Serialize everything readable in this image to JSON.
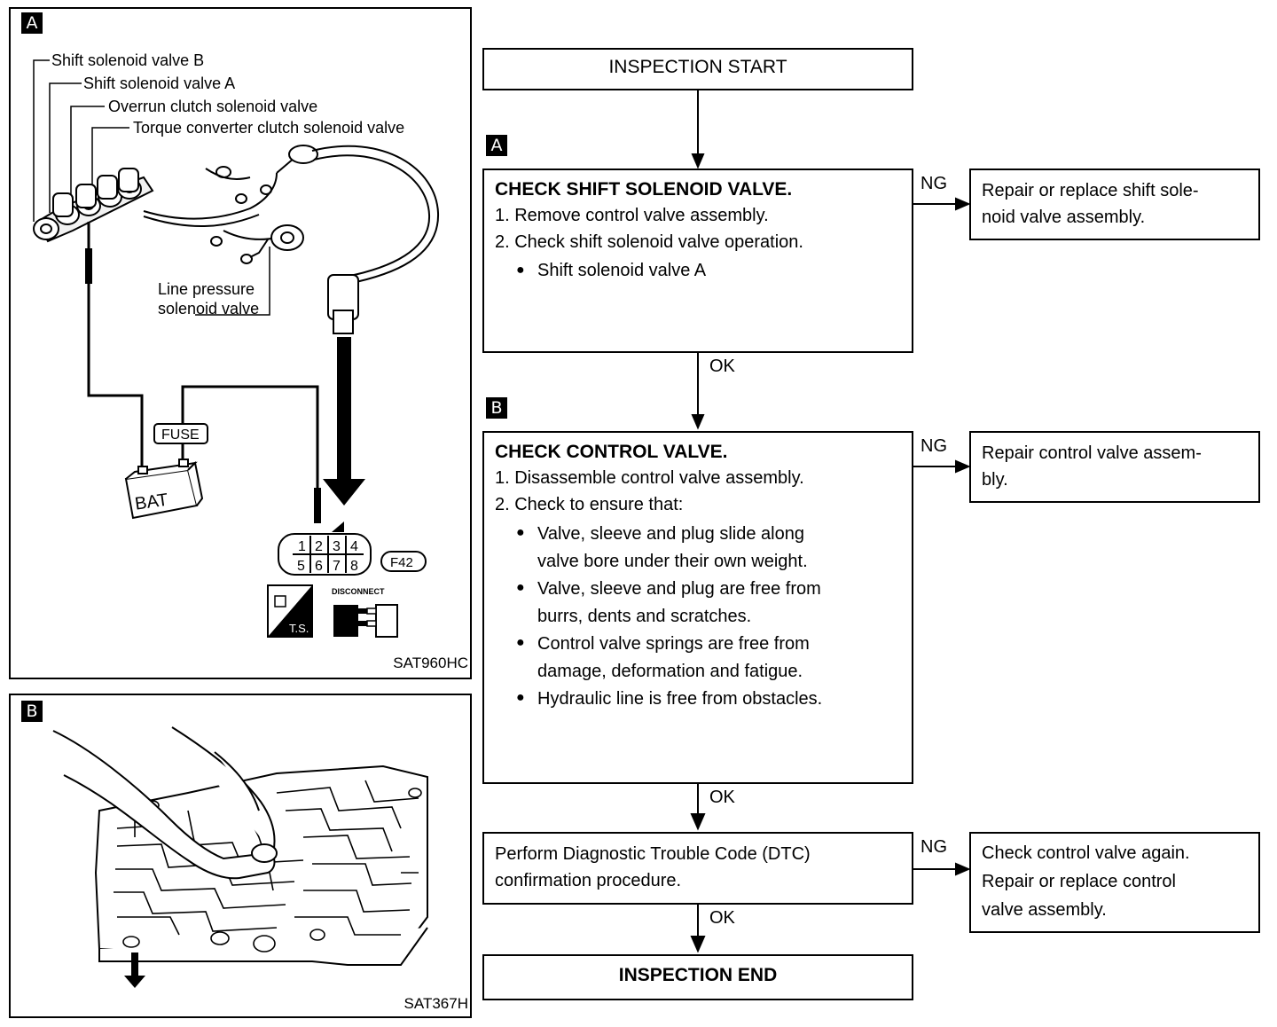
{
  "figure_a": {
    "tag": "A",
    "labels": {
      "shift_b": "Shift solenoid valve B",
      "shift_a": "Shift solenoid valve A",
      "overrun": "Overrun clutch solenoid valve",
      "torque": "Torque converter clutch solenoid valve",
      "line_pressure_1": "Line pressure",
      "line_pressure_2": "solenoid valve",
      "fuse": "FUSE",
      "bat": "BAT",
      "connector_pins": [
        "1",
        "2",
        "3",
        "4",
        "5",
        "6",
        "7",
        "8"
      ],
      "connector_code": "F42",
      "disconnect": "DISCONNECT",
      "ts": "T.S."
    },
    "code": "SAT960HC"
  },
  "figure_b": {
    "tag": "B",
    "code": "SAT367H"
  },
  "flow": {
    "start": "INSPECTION START",
    "step_a": {
      "tag": "A",
      "title": "CHECK SHIFT SOLENOID VALVE.",
      "lines": [
        "1. Remove control valve assembly.",
        "2. Check shift solenoid valve operation."
      ],
      "bullets": [
        "Shift solenoid valve A"
      ],
      "ng_label": "NG",
      "ng_lines": [
        "Repair or replace shift sole-",
        "noid valve assembly."
      ]
    },
    "ok1": "OK",
    "step_b": {
      "tag": "B",
      "title": "CHECK CONTROL VALVE.",
      "lines": [
        "1. Disassemble control valve assembly.",
        "2. Check to ensure that:"
      ],
      "bullets": [
        [
          "Valve, sleeve and plug slide along",
          "valve bore under their own weight."
        ],
        [
          "Valve, sleeve and plug are free from",
          "burrs, dents and scratches."
        ],
        [
          "Control valve springs are free from",
          "damage, deformation and fatigue."
        ],
        [
          "Hydraulic line is free from obstacles."
        ]
      ],
      "ng_label": "NG",
      "ng_lines": [
        "Repair control valve assem-",
        "bly."
      ]
    },
    "ok2": "OK",
    "step_dtc": {
      "lines": [
        "Perform Diagnostic Trouble Code (DTC)",
        "confirmation procedure."
      ],
      "ng_label": "NG",
      "ng_lines": [
        "Check control valve again.",
        "Repair or replace control",
        "valve assembly."
      ]
    },
    "ok3": "OK",
    "end": "INSPECTION END"
  }
}
